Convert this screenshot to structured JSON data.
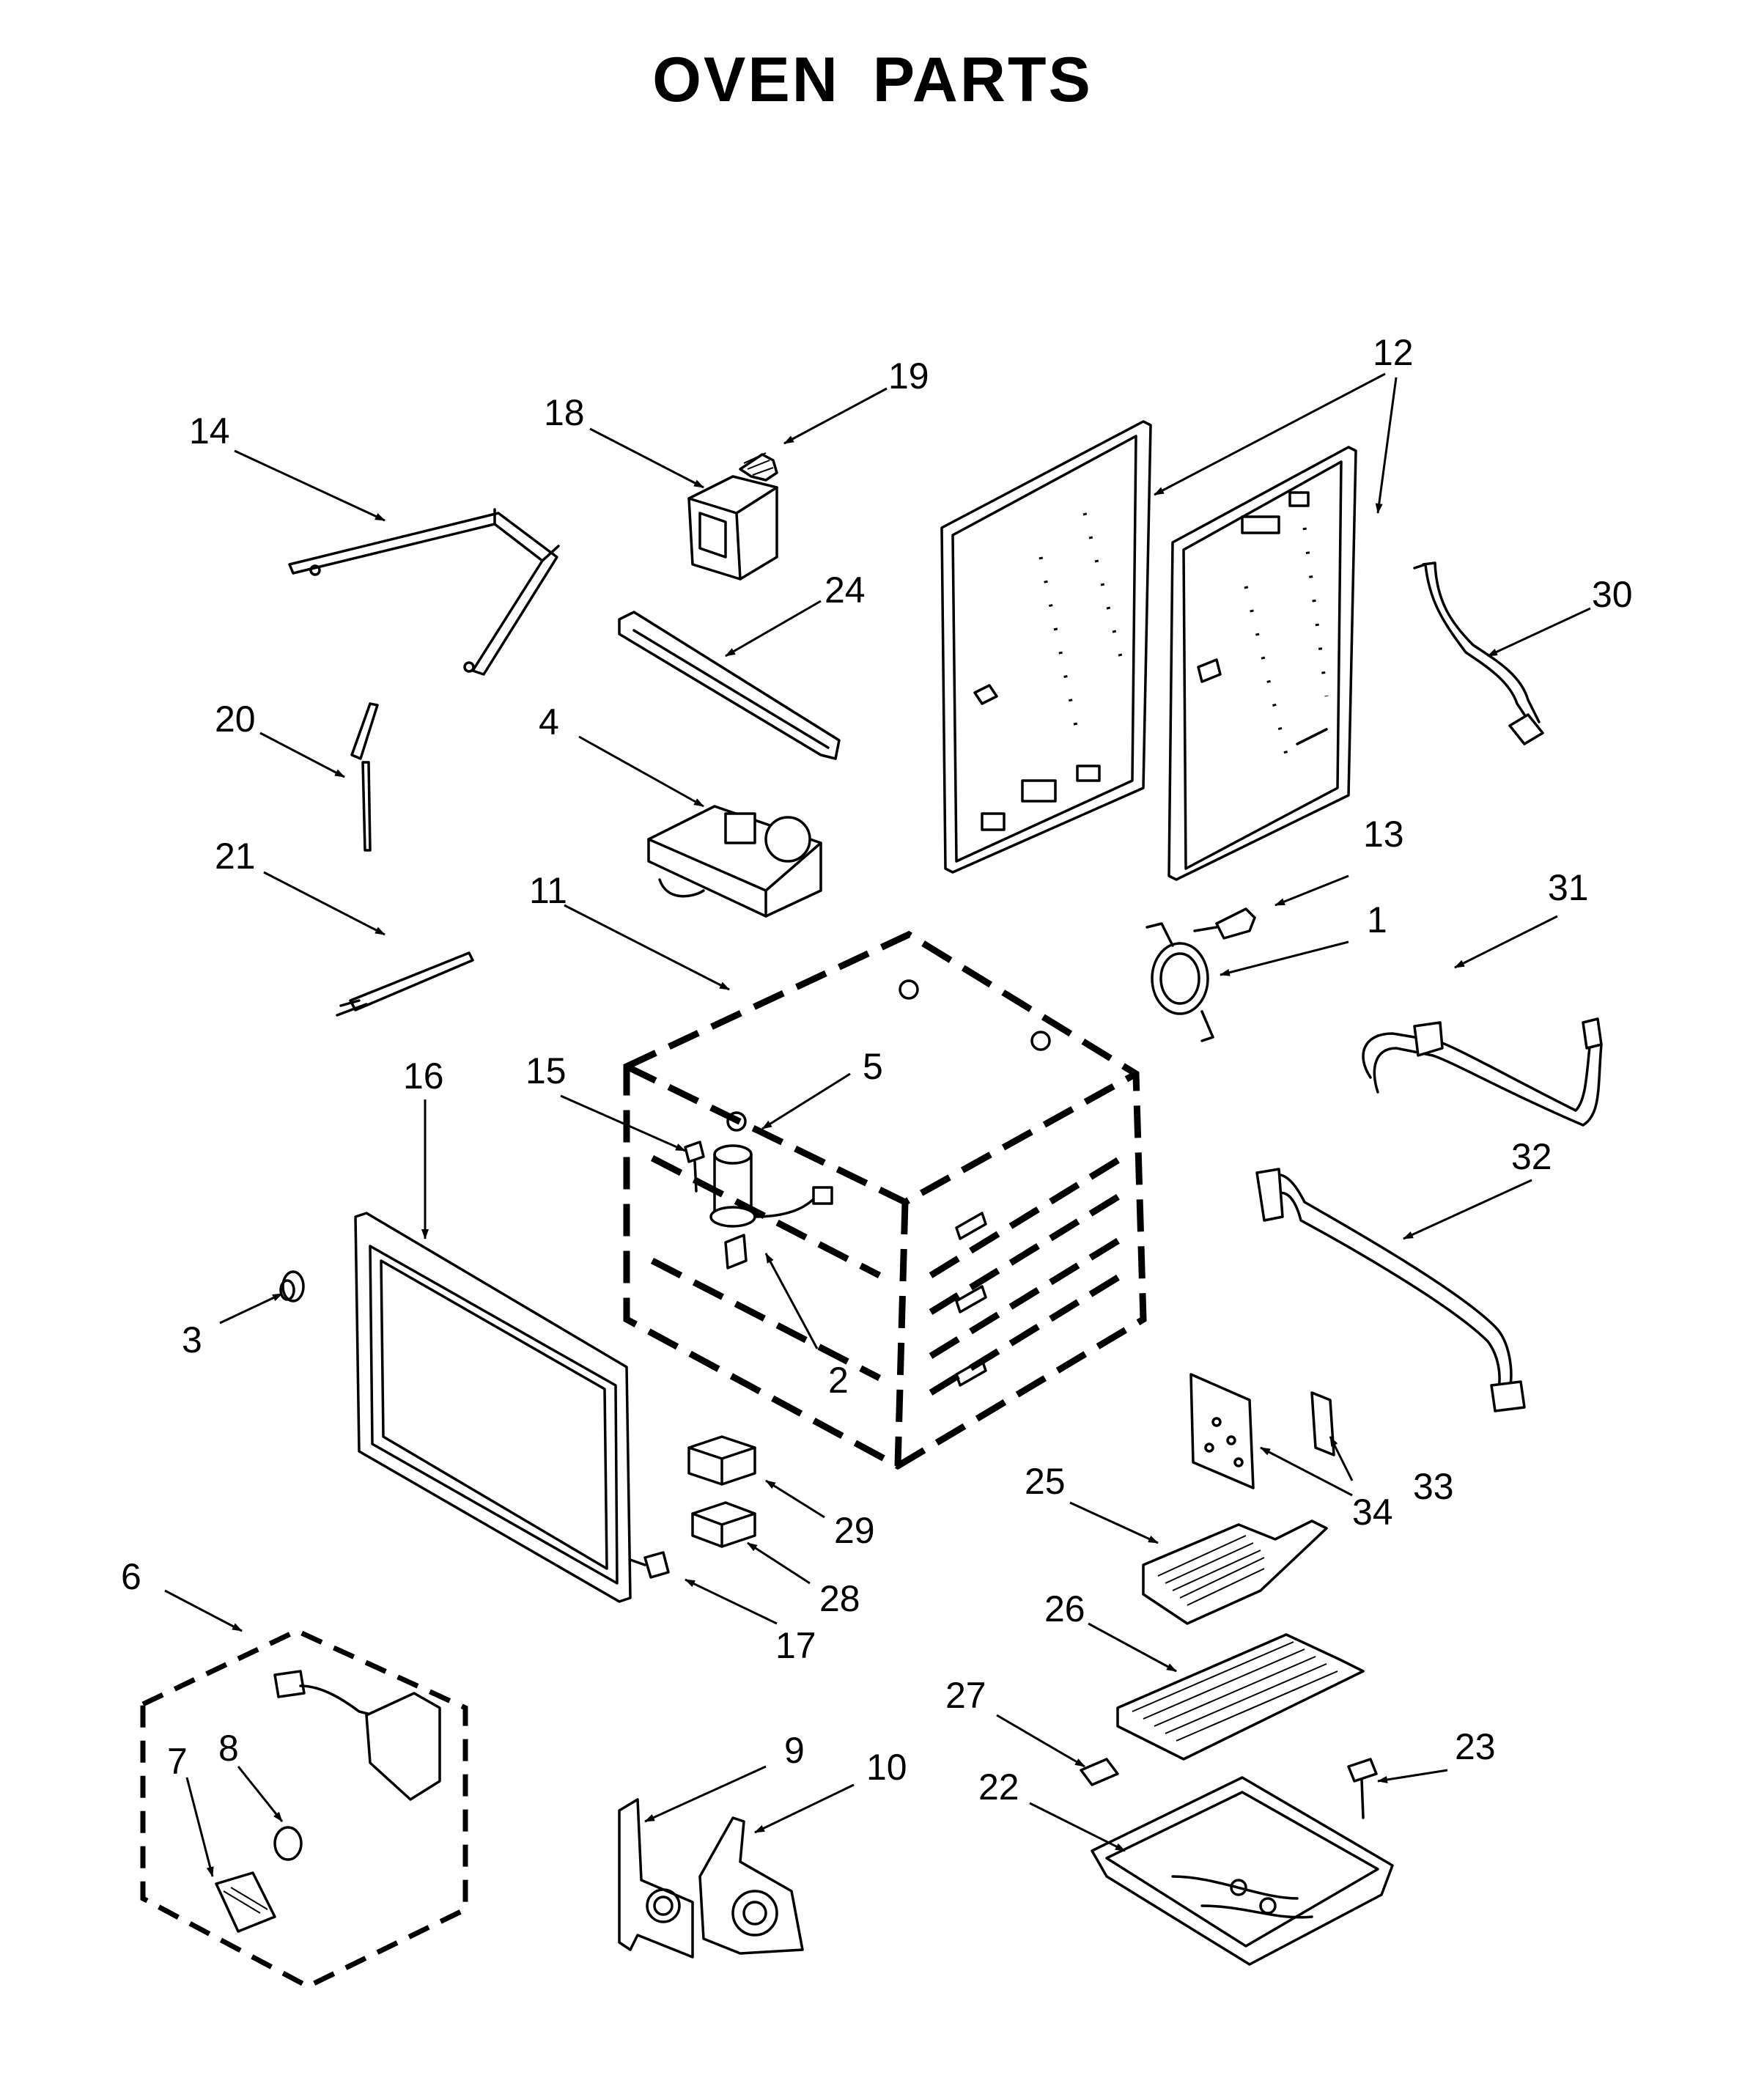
{
  "title": "OVEN PARTS",
  "callouts": [
    "1",
    "2",
    "3",
    "4",
    "5",
    "6",
    "7",
    "8",
    "9",
    "10",
    "11",
    "12",
    "13",
    "14",
    "15",
    "16",
    "17",
    "18",
    "19",
    "20",
    "21",
    "22",
    "23",
    "24",
    "25",
    "26",
    "27",
    "28",
    "29",
    "30",
    "31",
    "32",
    "33",
    "34"
  ]
}
